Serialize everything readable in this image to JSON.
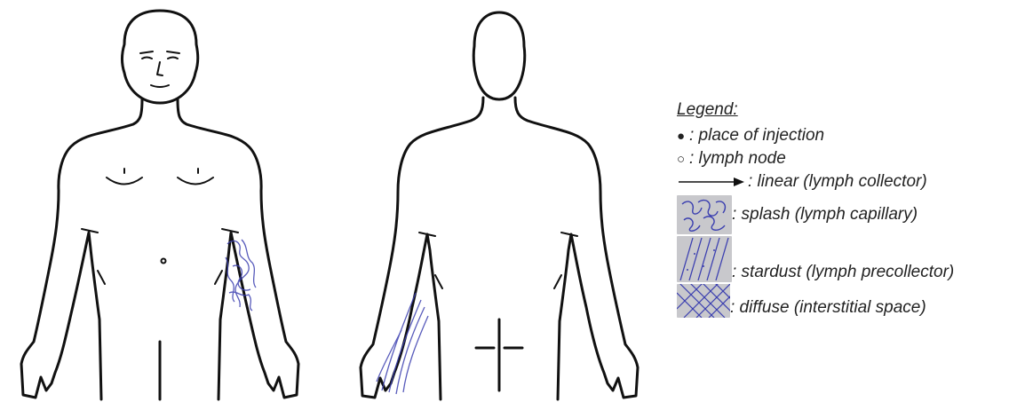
{
  "legend": {
    "title": "Legend:",
    "items": [
      {
        "symbol": "●",
        "label": ": place of injection"
      },
      {
        "symbol": "○",
        "label": ": lymph node"
      },
      {
        "symbol": "arrow-icon",
        "label": ": linear (lymph collector)"
      },
      {
        "symbol": "splash-swatch",
        "label": ": splash (lymph capillary)"
      },
      {
        "symbol": "stardust-swatch",
        "label": ": stardust (lymph precollector)"
      },
      {
        "symbol": "diffuse-swatch",
        "label": ": diffuse (interstitial space)"
      }
    ]
  },
  "colors": {
    "outline": "#111111",
    "pen": "#3b3fb0",
    "swatch": "#c8c8cc"
  },
  "views": [
    "front-body-view",
    "back-body-view"
  ],
  "marked_patterns": {
    "front-body-view": "splash",
    "back-body-view": "stardust"
  }
}
